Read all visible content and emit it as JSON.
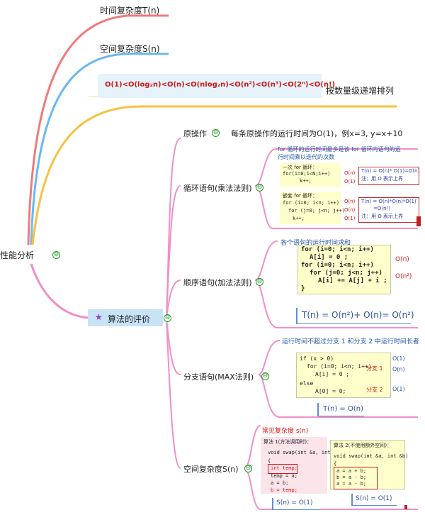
{
  "top_branches": {
    "time_complexity": "时间复杂度T(n)",
    "space_complexity": "空间复杂度S(n)",
    "order_chain": "O(1)<O(log₂n)<O(n)<O(nlog₂n)<O(n²)<O(n³)<O(2ⁿ)<O(n!)",
    "order_note": "按数量级递增排列"
  },
  "root": {
    "label": "性能分析",
    "toggle": "⊖"
  },
  "algorithm_node": {
    "label": "算法的评价",
    "star": "★",
    "toggle": "⊖"
  },
  "basic_op": {
    "label": "原操作",
    "toggle": "⊖",
    "note": "每条原操作的运行时间为O(1)，例x=3, y=x+10"
  },
  "loop": {
    "label": "循环语句(乘法法则)",
    "toggle": "⊖",
    "caption_1": "for 循环的运行时间最多是该 for 循环内语句的运",
    "caption_2": "行时间乘以迭代的次数",
    "single_title": "一次 for 循环：",
    "single_line1": "for(i=0;i<N;i++)",
    "single_line2": "k++;",
    "single_o1": "O(n)",
    "single_o2": "O(1)",
    "single_result1": "T(n) = O(n)* O(1)=O(n)",
    "single_result2": "注：用 O 表示上界",
    "nested_title": "嵌套 for 循环：",
    "nested_line1": "for (i=0; i<n; i++)",
    "nested_line2": "for (j=0; j<n; j++)",
    "nested_line3": "k++;",
    "nested_o1": "O(n)",
    "nested_o2": "O(n)",
    "nested_o3": "O(1)",
    "nested_result1": "T(n) = O(n)*O(n)*O(1)",
    "nested_result2": "=O(n²)",
    "nested_result3": "注：用 O 表示上界"
  },
  "sequence": {
    "label": "顺序语句(加法法则)",
    "toggle": "⊖",
    "caption": "各个语句的运行时间求和",
    "line1": "for (i=0; i<n; i++)",
    "line2": "A[i] = 0 ;",
    "line3": "for (i=0; i<n; i++)",
    "line4": "for (j=0; j<n; j++)",
    "line5": "A[i] += A[j] + i ;",
    "line6": "}",
    "o1": "O(n)",
    "o2": "O(n²)",
    "formula": "T(n) = O(n²)+ O(n)= O(n²)"
  },
  "branch": {
    "label": "分支语句(MAX法则)",
    "toggle": "⊖",
    "caption": "运行时间不超过分支 1 和分支 2 中运行时间长者",
    "line1": "if (x > 0)",
    "line2": "for (i=0; i<n; i++)",
    "line3": "A[i] = 0 ;",
    "line4": "else",
    "line5": "A[0] = 0;",
    "o_cond": "O(1)",
    "o_for": "O(n)",
    "o_else": "O(1)",
    "branch1": "分支 1",
    "branch2": "分支 2",
    "formula": "T(n) = O(n)"
  },
  "space": {
    "label": "空间复杂度S(n)",
    "toggle": "⊖",
    "caption": "常见复杂度 s(n)",
    "left_title": "算法 1(方法调用时)：",
    "left_sig": "void swap(int &a, int &b)",
    "left_brace": "{",
    "left_l1": "int temp;",
    "left_l2": "temp = a;",
    "left_l3": "a = b;",
    "left_l4": "b = temp;",
    "left_formula": "S(n) = O(1)",
    "right_title": "算法 2(不使用额外空间)：",
    "right_sig": "void swap(int &a, int &b)",
    "right_brace": "{",
    "right_l1": "a = a + b;",
    "right_l2": "b = a - b;",
    "right_l3": "a = a - b;",
    "right_formula": "S(n) = O(1)"
  }
}
